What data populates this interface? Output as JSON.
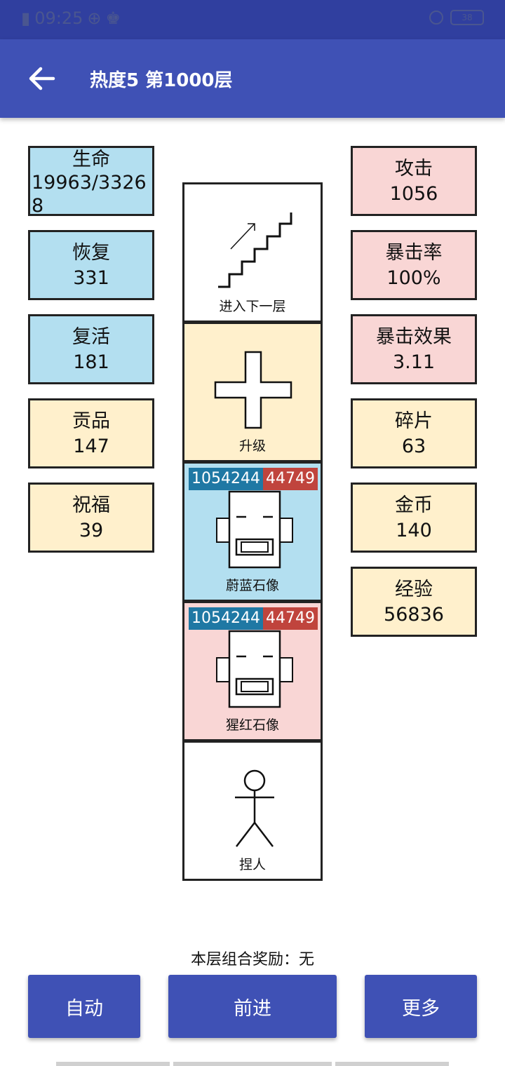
{
  "status_bar": {
    "time": "09:25",
    "battery": "38"
  },
  "header": {
    "title": "热度5 第1000层"
  },
  "left_stats": [
    {
      "label": "生命",
      "value": "19963/33268"
    },
    {
      "label": "恢复",
      "value": "331"
    },
    {
      "label": "复活",
      "value": "181"
    },
    {
      "label": "贡品",
      "value": "147"
    },
    {
      "label": "祝福",
      "value": "39"
    }
  ],
  "right_stats": [
    {
      "label": "攻击",
      "value": "1056"
    },
    {
      "label": "暴击率",
      "value": "100%"
    },
    {
      "label": "暴击效果",
      "value": "3.11"
    },
    {
      "label": "碎片",
      "value": "63"
    },
    {
      "label": "金币",
      "value": "140"
    },
    {
      "label": "经验",
      "value": "56836"
    }
  ],
  "tiles": [
    {
      "caption": "进入下一层",
      "icon": "stairs-icon"
    },
    {
      "caption": "升级",
      "icon": "plus-icon"
    },
    {
      "caption": "蔚蓝石像",
      "icon": "statue-icon",
      "hp": "1054244",
      "attack": "44749"
    },
    {
      "caption": "猩红石像",
      "icon": "statue-icon",
      "hp": "1054244",
      "attack": "44749"
    },
    {
      "caption": "捏人",
      "icon": "stick-figure-icon"
    }
  ],
  "bonus_text": "本层组合奖励：无",
  "buttons": {
    "auto": "自动",
    "forward": "前进",
    "more": "更多"
  },
  "colors": {
    "primary": "#3f51b5",
    "status_bar": "#303f9f",
    "blue_tile": "#b3dff0",
    "pink_tile": "#f9d6d5",
    "yellow_tile": "#fff0cc",
    "hp_blue": "#1f78a4",
    "atk_red": "#c0443d"
  }
}
